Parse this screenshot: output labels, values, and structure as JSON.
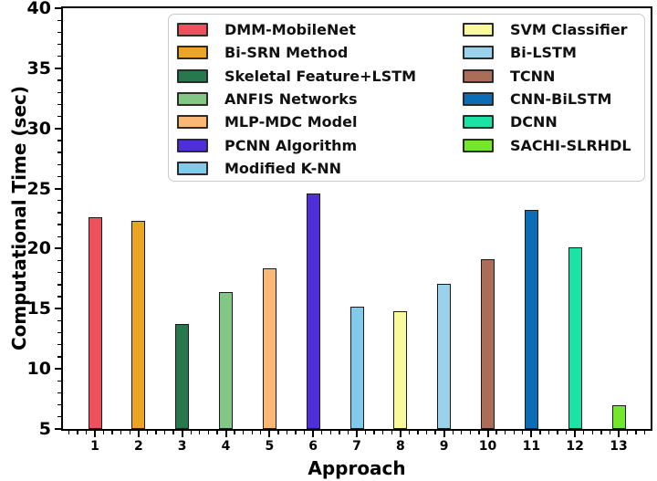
{
  "chart_data": {
    "type": "bar",
    "title": "",
    "xlabel": "Approach",
    "ylabel": "Computational Time (sec)",
    "categories": [
      "1",
      "2",
      "3",
      "4",
      "5",
      "6",
      "7",
      "8",
      "9",
      "10",
      "11",
      "12",
      "13"
    ],
    "values": [
      22.6,
      22.3,
      13.7,
      16.4,
      18.4,
      24.6,
      15.2,
      14.8,
      17.1,
      19.1,
      23.2,
      20.1,
      7.0
    ],
    "series_labels": [
      "DMM-MobileNet",
      "Bi-SRN Method",
      "Skeletal Feature+LSTM",
      "ANFIS Networks",
      "MLP-MDC Model",
      "PCNN Algorithm",
      "Modified K-NN",
      "SVM Classifier",
      "Bi-LSTM",
      "TCNN",
      "CNN-BiLSTM",
      "DCNN",
      "SACHI-SLRHDL"
    ],
    "bar_colors": [
      "#F0505E",
      "#EAA524",
      "#27794D",
      "#82C785",
      "#FAB776",
      "#4E2FD9",
      "#82CAE9",
      "#F8FA9B",
      "#9AD2EE",
      "#AB6C58",
      "#0A6DB6",
      "#1BE3A6",
      "#74E62C"
    ],
    "bar_edge_color": "#1A1A1A",
    "ylim": [
      5,
      40
    ],
    "y_major_step": 5,
    "y_minor_step": 1,
    "x_minor_per_interval": 4,
    "grid": false,
    "legend": {
      "position": "upper center",
      "columns": 2,
      "col1": [
        {
          "label": "DMM-MobileNet",
          "color": "#F0505E"
        },
        {
          "label": "Bi-SRN Method",
          "color": "#EAA524"
        },
        {
          "label": "Skeletal Feature+LSTM",
          "color": "#27794D"
        },
        {
          "label": "ANFIS Networks",
          "color": "#82C785"
        },
        {
          "label": "MLP-MDC Model",
          "color": "#FAB776"
        },
        {
          "label": "PCNN Algorithm",
          "color": "#4E2FD9"
        },
        {
          "label": "Modified K-NN",
          "color": "#82CAE9"
        }
      ],
      "col2": [
        {
          "label": "SVM Classifier",
          "color": "#F8FA9B"
        },
        {
          "label": "Bi-LSTM",
          "color": "#9AD2EE"
        },
        {
          "label": "TCNN",
          "color": "#AB6C58"
        },
        {
          "label": "CNN-BiLSTM",
          "color": "#0A6DB6"
        },
        {
          "label": "DCNN",
          "color": "#1BE3A6"
        },
        {
          "label": "SACHI-SLRHDL",
          "color": "#74E62C"
        }
      ]
    }
  }
}
